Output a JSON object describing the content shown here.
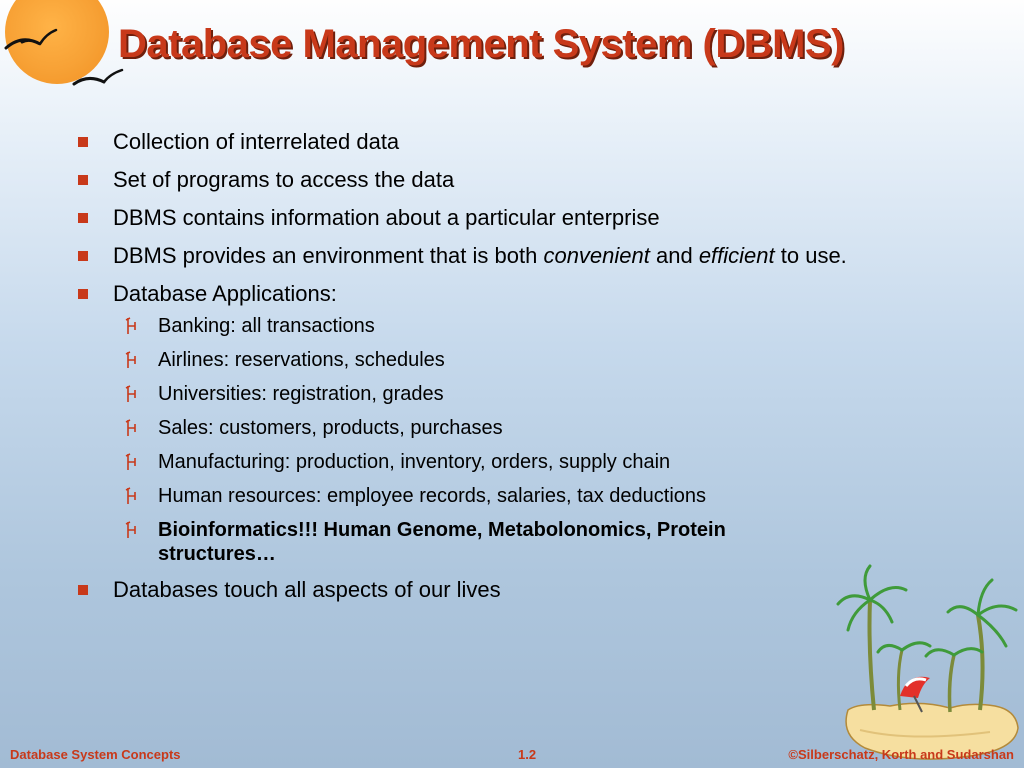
{
  "slide": {
    "title": "Database Management System (DBMS)",
    "bullets": [
      {
        "text": "Collection of interrelated data"
      },
      {
        "text": "Set of programs to access the data"
      },
      {
        "text": "DBMS contains information about a particular enterprise"
      },
      {
        "part1": "DBMS provides an environment that is both ",
        "em1": "convenient",
        "part2": " and ",
        "em2": "efficient",
        "part3": " to use."
      },
      {
        "text": "Database Applications:",
        "sub": [
          "Banking: all transactions",
          "Airlines: reservations, schedules",
          "Universities:  registration, grades",
          "Sales: customers, products, purchases",
          "Manufacturing: production, inventory, orders, supply chain",
          "Human resources:  employee records, salaries, tax deductions",
          "Bioinformatics!!!  Human Genome, Metabolonomics, Protein structures…"
        ]
      },
      {
        "text": "Databases touch all aspects of our lives"
      }
    ]
  },
  "footer": {
    "left": "Database System Concepts",
    "center": "1.2",
    "right": "©Silberschatz, Korth and Sudarshan"
  },
  "colors": {
    "accent": "#c8391a",
    "sun": "#f7a135",
    "background_bottom": "#a2bbd4"
  },
  "icons": {
    "primary_bullet": "square-bullet-icon",
    "secondary_bullet": "h-bullet-icon",
    "decoration_top": "sun-and-birds-icon",
    "decoration_bottom": "palm-island-icon"
  }
}
